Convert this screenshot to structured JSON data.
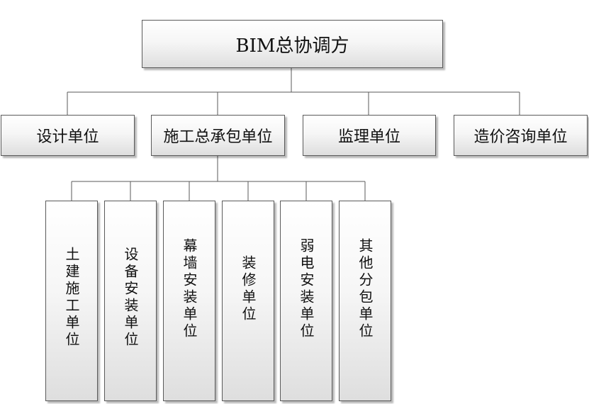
{
  "root": {
    "label": "BIM总协调方"
  },
  "level1": [
    {
      "key": "design",
      "label": "设计单位"
    },
    {
      "key": "general",
      "label": "施工总承包单位"
    },
    {
      "key": "supervise",
      "label": "监理单位"
    },
    {
      "key": "cost",
      "label": "造价咨询单位"
    }
  ],
  "subcontractors": [
    {
      "key": "civil",
      "label": "土建施工单位"
    },
    {
      "key": "equip",
      "label": "设备安装单位"
    },
    {
      "key": "curtain",
      "label": "幕墙安装单位"
    },
    {
      "key": "decor",
      "label": "装修单位"
    },
    {
      "key": "weak",
      "label": "弱电安装单位"
    },
    {
      "key": "other",
      "label": "其他分包单位"
    }
  ],
  "colors": {
    "line": "#5a5a5a",
    "box_border": "#5a5a5a",
    "text": "#111111"
  }
}
